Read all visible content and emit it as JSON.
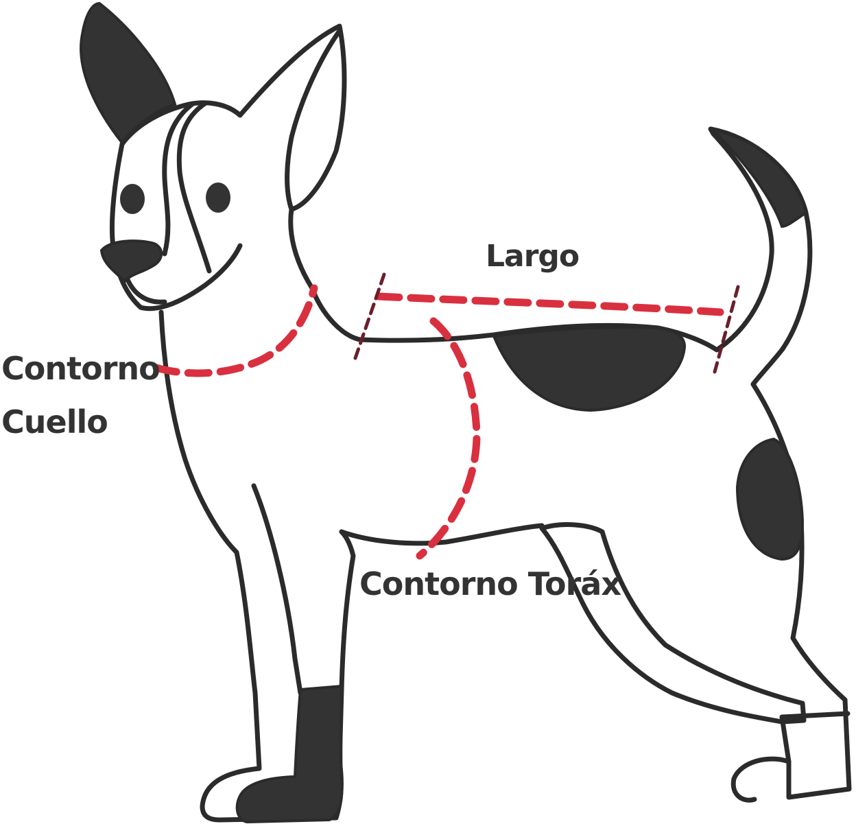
{
  "labels": {
    "length": "Largo",
    "neck_line1": "Contorno",
    "neck_line2": "Cuello",
    "chest": "Contorno Toráx"
  },
  "colors": {
    "outline": "#2b2b2b",
    "spots": "#333333",
    "measure": "#d9303f",
    "tick": "#6b1f2a",
    "label_text": "#333333",
    "background": "#ffffff"
  }
}
